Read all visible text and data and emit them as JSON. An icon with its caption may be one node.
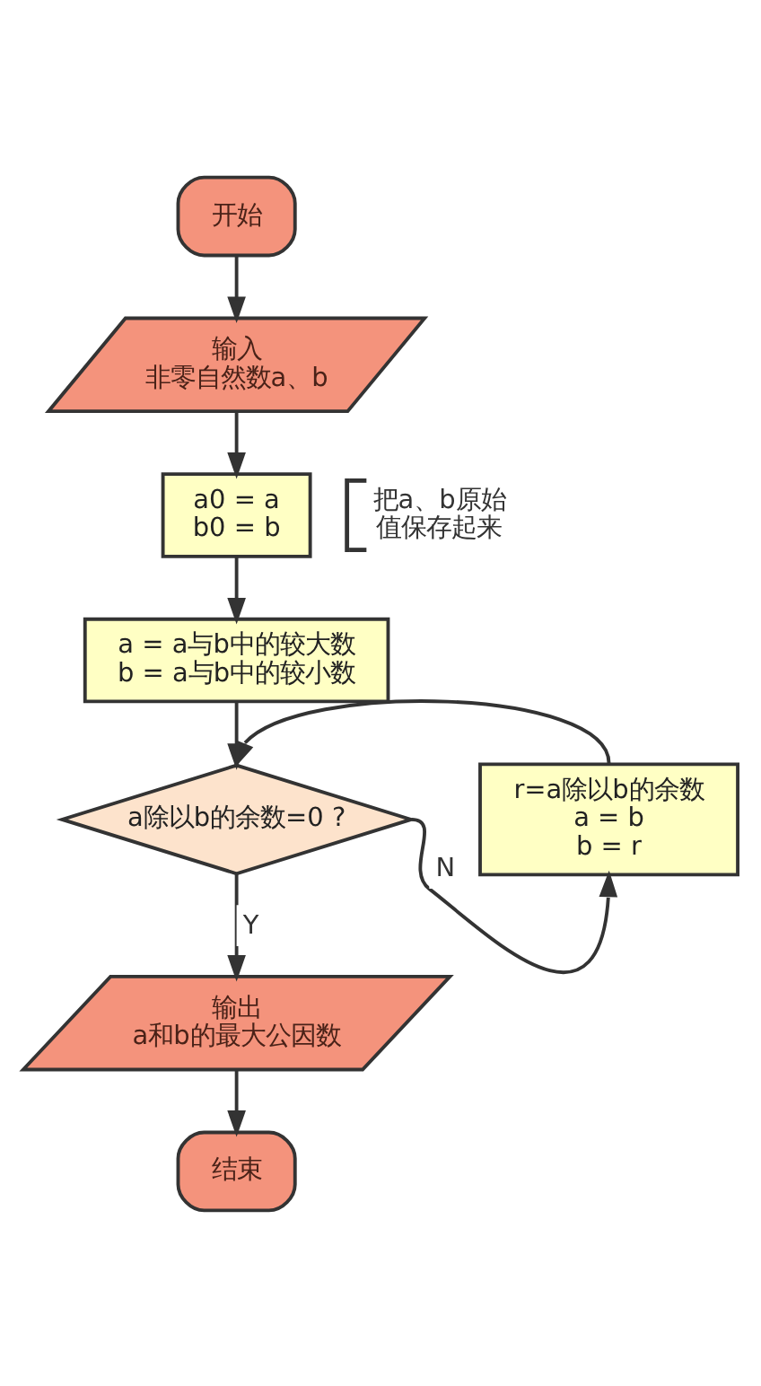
{
  "diagram": {
    "nodes": [
      {
        "text": [
          "开始"
        ]
      },
      {
        "text": [
          "输入",
          "非零自然数a、b"
        ]
      },
      {
        "text": [
          "a0 = a",
          "b0 = b"
        ],
        "beside": [
          "把a、b原始值保存起来"
        ]
      },
      {
        "text": [
          "a = a与b中的较大数",
          "b = a与b中的较小数"
        ]
      },
      {
        "text": [
          "a除以b的余数=0 ?"
        ]
      },
      {
        "text": [
          "r=a除以b的余数",
          "a = b",
          "b = r"
        ]
      },
      {
        "text": [
          "输出",
          "a和b的最大公因数"
        ]
      },
      {
        "text": [
          "结束"
        ]
      }
    ],
    "edges": [
      {
        "from": 0,
        "to": 1,
        "arrow": "to"
      },
      {
        "from": 1,
        "to": 2,
        "arrow": "to"
      },
      {
        "from": 2,
        "to": 3,
        "arrow": "to"
      },
      {
        "from": 3,
        "to": 4,
        "arrow": "to"
      },
      {
        "from": 4,
        "to": 5,
        "arrow": "to",
        "label": "N"
      },
      {
        "from": 5,
        "to": 4,
        "arrow": "to"
      },
      {
        "from": 4,
        "to": 6,
        "arrow": "to",
        "label": "Y"
      },
      {
        "from": 6,
        "to": 7,
        "arrow": "to"
      }
    ]
  }
}
